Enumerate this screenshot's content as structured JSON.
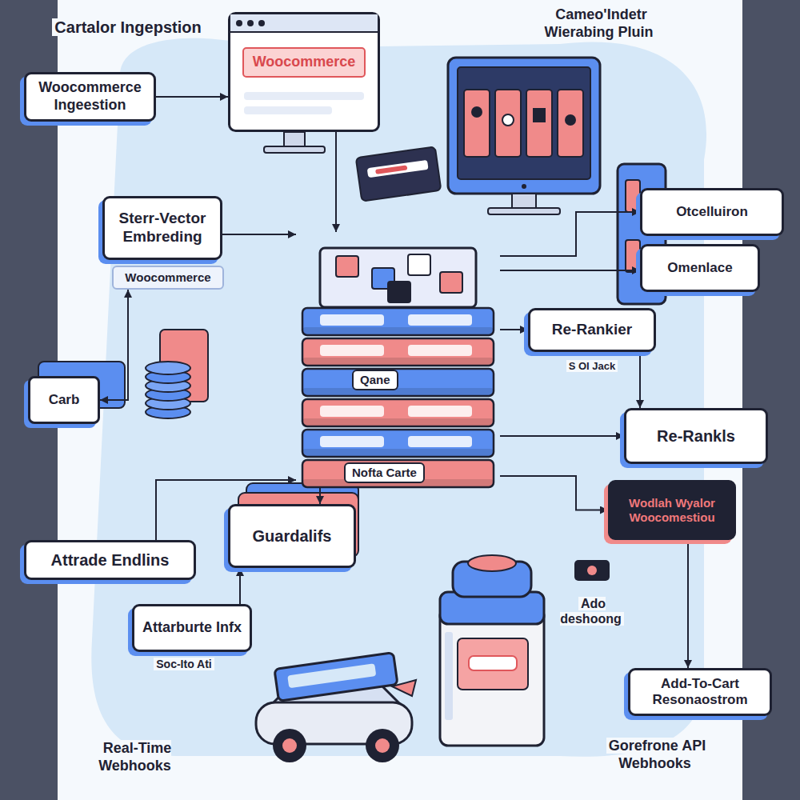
{
  "diagram": {
    "nodes": [
      {
        "text": [
          "Woocommerce Ingeestion"
        ]
      },
      {
        "text": [
          "Woocommerce"
        ]
      },
      {
        "text": [
          "Sterr-Vector Embreding"
        ]
      },
      {
        "text": [
          "Woocommerce"
        ]
      },
      {
        "text": [
          "Qane",
          "Nofta Carte"
        ]
      },
      {
        "text": [
          "Re-Rankier"
        ]
      },
      {
        "text": [
          "Re-Rankls"
        ]
      },
      {
        "text": [
          "Otcelluiron"
        ]
      },
      {
        "text": [
          "Omenlace"
        ]
      },
      {
        "text": [
          "Carb"
        ]
      },
      {
        "text": [
          "Attrade Endlins"
        ]
      },
      {
        "text": [
          "Guardalifs"
        ]
      },
      {
        "text": [
          "Attarburte Infx"
        ]
      },
      {
        "text": [
          "Wodlah Wyalor Woocomestiou"
        ]
      },
      {
        "text": [
          "Add-To-Cart Resonaostrom"
        ]
      }
    ],
    "edges": [
      {
        "from": 0,
        "to": 1,
        "arrow": "to"
      },
      {
        "from": 1,
        "to": 4,
        "arrow": "to"
      },
      {
        "from": 2,
        "to": 4,
        "arrow": "to"
      },
      {
        "from": 3,
        "to": 9,
        "arrow": "both"
      },
      {
        "from": 4,
        "to": 5,
        "arrow": "to"
      },
      {
        "from": 5,
        "to": 6,
        "arrow": "to"
      },
      {
        "from": 4,
        "to": 7,
        "arrow": "to"
      },
      {
        "from": 4,
        "to": 8,
        "arrow": "to"
      },
      {
        "from": 4,
        "to": 6,
        "arrow": "to"
      },
      {
        "from": 4,
        "to": 13,
        "arrow": "to"
      },
      {
        "from": 13,
        "to": 14,
        "arrow": "to"
      },
      {
        "from": 10,
        "to": 4,
        "arrow": "to"
      },
      {
        "from": 4,
        "to": 11,
        "arrow": "to"
      },
      {
        "from": 12,
        "to": 11,
        "arrow": "to"
      }
    ],
    "labels": [
      "Cartalor Ingepstion",
      "Cameo'Indetr Wierabing Pluin",
      "S OI Jack",
      "Soc-Ito Ati",
      "Ado deshoong",
      "Real-Time Webhooks",
      "Gorefrone API Webhooks"
    ]
  }
}
